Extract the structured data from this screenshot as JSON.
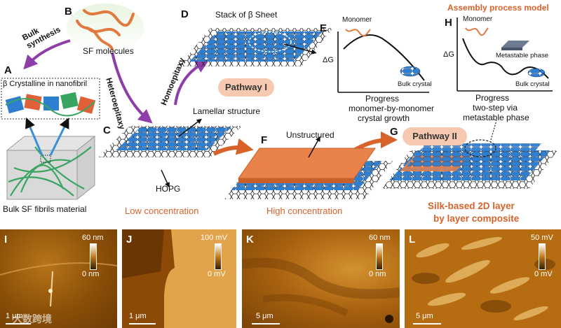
{
  "panels": {
    "A": "A",
    "B": "B",
    "C": "C",
    "D": "D",
    "E": "E",
    "F": "F",
    "G": "G",
    "H": "H",
    "I": "I",
    "J": "J",
    "K": "K",
    "L": "L"
  },
  "top": {
    "bulk_synthesis": "Bulk synthesis",
    "sf_molecules": "SF molecules",
    "beta_crystalline": "β Crystalline in nanofibril",
    "bulk_material": "Bulk SF fibrils material",
    "heteroepitaxy": "Heteroepitaxy",
    "homoepitaxy": "Homoepitaxy",
    "stack_beta": "Stack of β Sheet",
    "pathway1": "Pathway I",
    "pathway2": "Pathway II",
    "lamellar": "Lamellar structure",
    "hopg": "HOPG",
    "low_conc": "Low concentration",
    "unstructured": "Unstructured",
    "high_conc": "High concentration",
    "silk_composite_1": "Silk-based 2D layer",
    "silk_composite_2": "by layer composite",
    "assembly_model": "Assembly process model"
  },
  "graphE": {
    "monomer": "Monomer",
    "dg": "ΔG",
    "bulk_crystal": "Bulk crystal",
    "progress": "Progress",
    "caption1": "monomer-by-monomer",
    "caption2": "crystal growth"
  },
  "graphH": {
    "monomer": "Monomer",
    "dg": "ΔG",
    "metastable": "Metastable phase",
    "bulk_crystal": "Bulk crystal",
    "progress": "Progress",
    "caption1": "two-step via",
    "caption2": "metastable phase"
  },
  "afm": {
    "I": {
      "scale": "1 μm",
      "cmax": "60 nm",
      "cmin": "0 nm"
    },
    "J": {
      "scale": "1 μm",
      "cmax": "100 mV",
      "cmin": "0 mV"
    },
    "K": {
      "scale": "5 μm",
      "cmax": "60 nm",
      "cmin": "0 nm"
    },
    "L": {
      "scale": "5 μm",
      "cmax": "50 mV",
      "cmin": "0 mV"
    }
  },
  "watermark": "大数跨境",
  "colors": {
    "accent_orange": "#d9622b",
    "arrow_purple": "#8e3ea8",
    "beta_blue": "#2f7fd0",
    "afm_brown": "#c77a1a"
  }
}
